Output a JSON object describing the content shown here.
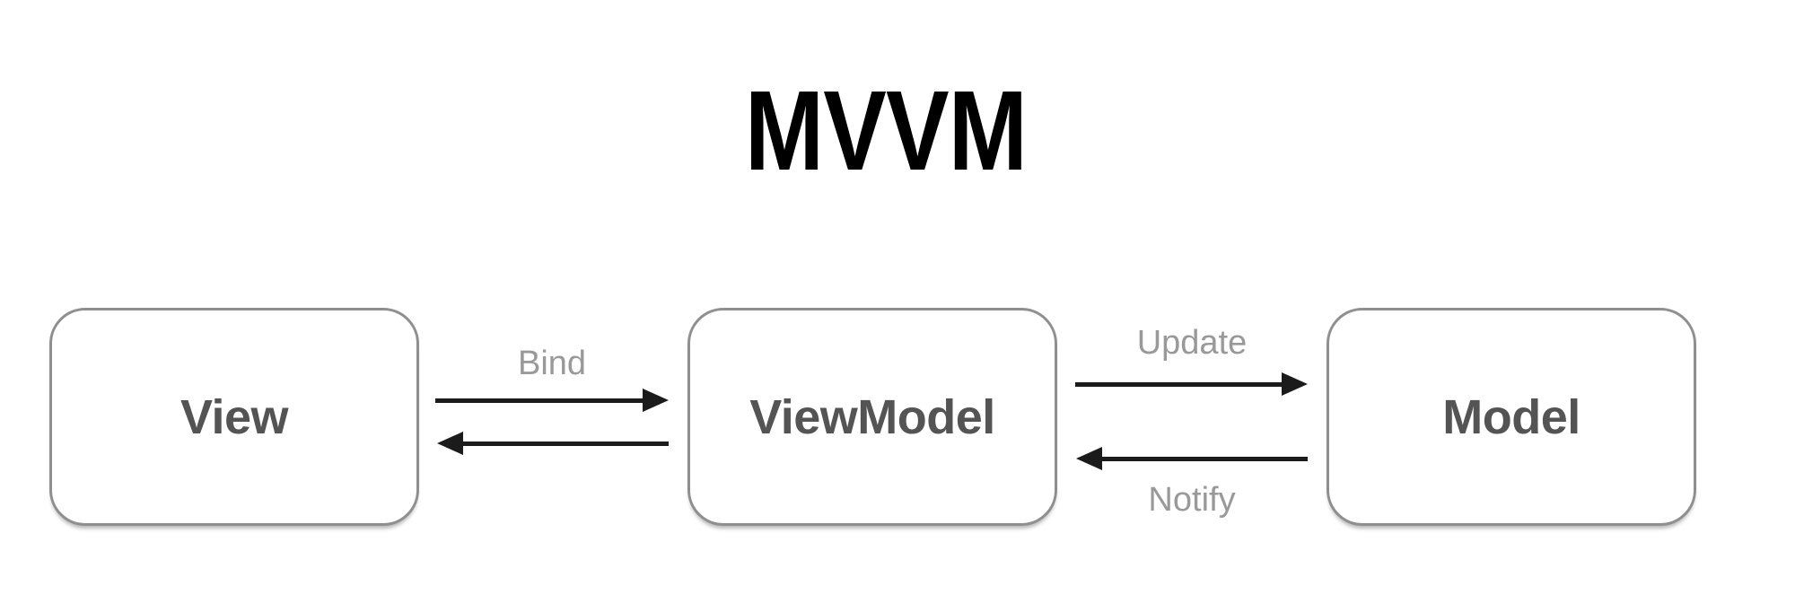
{
  "title": "MVVM",
  "diagram": {
    "nodes": [
      {
        "id": "view",
        "label": "View"
      },
      {
        "id": "viewmodel",
        "label": "ViewModel"
      },
      {
        "id": "model",
        "label": "Model"
      }
    ],
    "edges": [
      {
        "label": "Bind",
        "from": "View",
        "to": "ViewModel",
        "arrows": [
          "forward",
          "back"
        ]
      },
      {
        "label": "Update",
        "from": "ViewModel",
        "to": "Model",
        "arrows": [
          "forward"
        ]
      },
      {
        "label": "Notify",
        "from": "Model",
        "to": "ViewModel",
        "arrows": [
          "forward"
        ]
      }
    ]
  },
  "colors": {
    "background": "#ffffff",
    "title-text": "#000000",
    "node-border": "#8f8f8f",
    "node-fill": "#ffffff",
    "node-text": "#545454",
    "edge-label-text": "#999999",
    "arrow": "#1b1b1b"
  }
}
